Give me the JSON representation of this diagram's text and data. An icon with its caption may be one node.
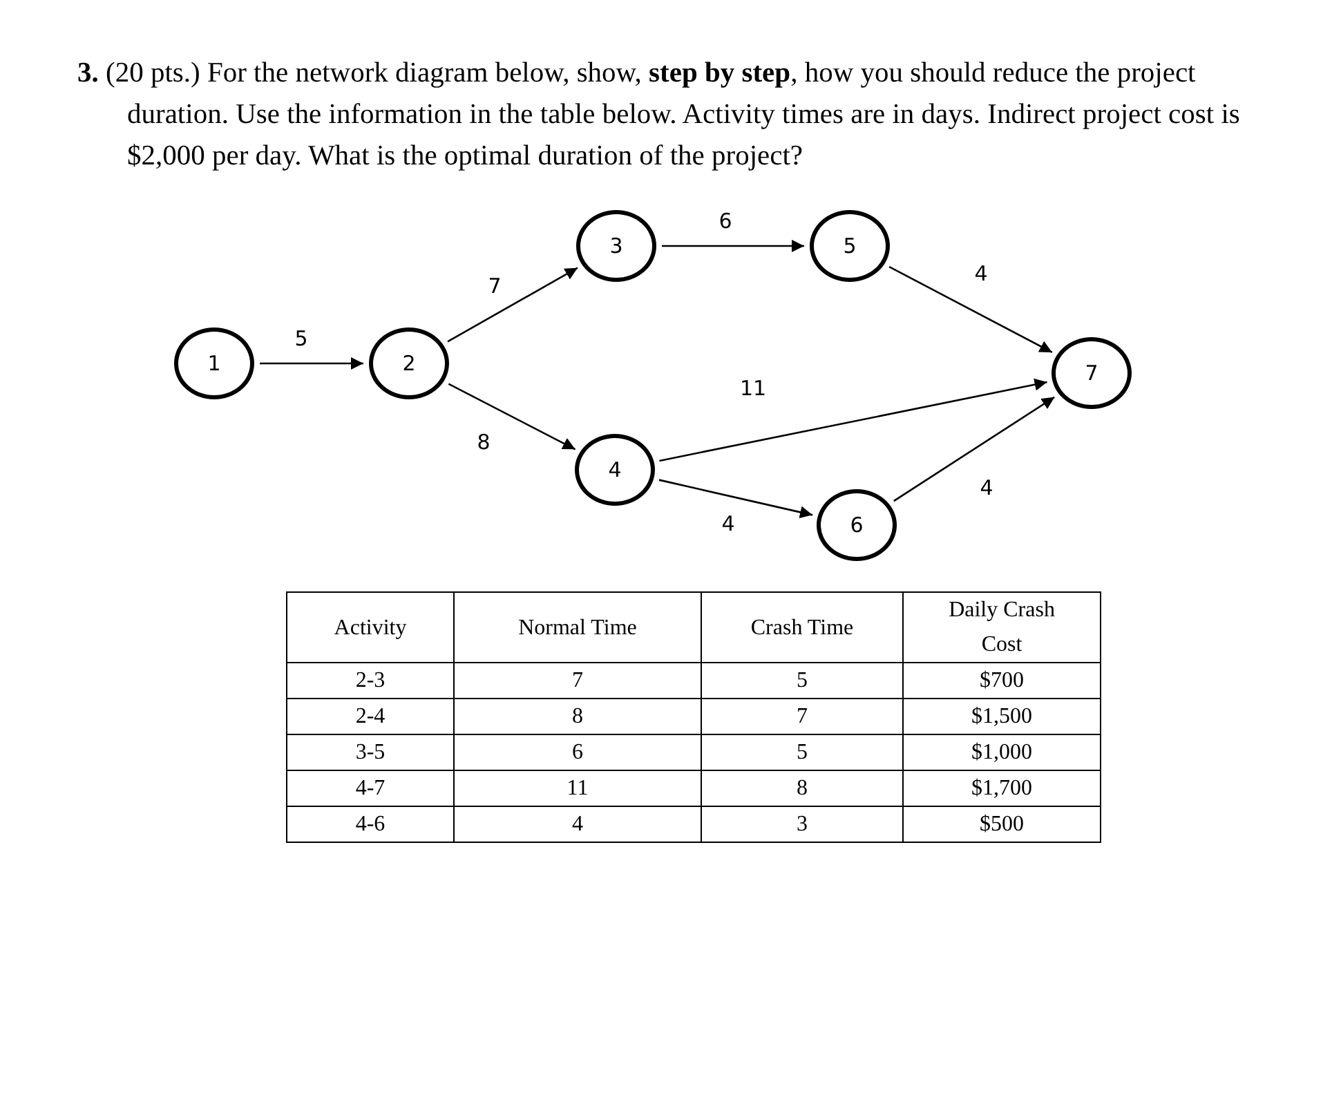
{
  "diagram": {
    "title": "**3.** (20 pts.) For the network diagram below, show, **step by step**, how you should reduce the project duration. Use the information in the table below. Activity times are in days. Indirect project cost is $2,000 per day. What is the optimal duration of the project?",
    "nodes": [
      {
        "text": [
          "1"
        ]
      },
      {
        "text": [
          "2"
        ]
      },
      {
        "text": [
          "3"
        ]
      },
      {
        "text": [
          "4"
        ]
      },
      {
        "text": [
          "5"
        ]
      },
      {
        "text": [
          "6"
        ]
      },
      {
        "text": [
          "7"
        ]
      }
    ],
    "edges": [
      {
        "from": 0,
        "to": 1,
        "arrow": "to",
        "label": "5"
      },
      {
        "from": 1,
        "to": 2,
        "arrow": "to",
        "label": "7"
      },
      {
        "from": 1,
        "to": 3,
        "arrow": "to",
        "label": "8"
      },
      {
        "from": 2,
        "to": 4,
        "arrow": "to",
        "label": "6"
      },
      {
        "from": 4,
        "to": 6,
        "arrow": "to",
        "label": "4"
      },
      {
        "from": 3,
        "to": 6,
        "arrow": "to",
        "label": "11"
      },
      {
        "from": 3,
        "to": 5,
        "arrow": "to",
        "label": "4"
      },
      {
        "from": 5,
        "to": 6,
        "arrow": "to",
        "label": "4"
      }
    ],
    "labels": [
      "Activity",
      "Normal Time",
      "Crash Time",
      "Daily Crash Cost",
      "2-3",
      "7",
      "5",
      "$700",
      "2-4",
      "8",
      "7",
      "$1,500",
      "3-5",
      "6",
      "5",
      "$1,000",
      "4-7",
      "11",
      "8",
      "$1,700",
      "4-6",
      "4",
      "3",
      "$500"
    ]
  }
}
